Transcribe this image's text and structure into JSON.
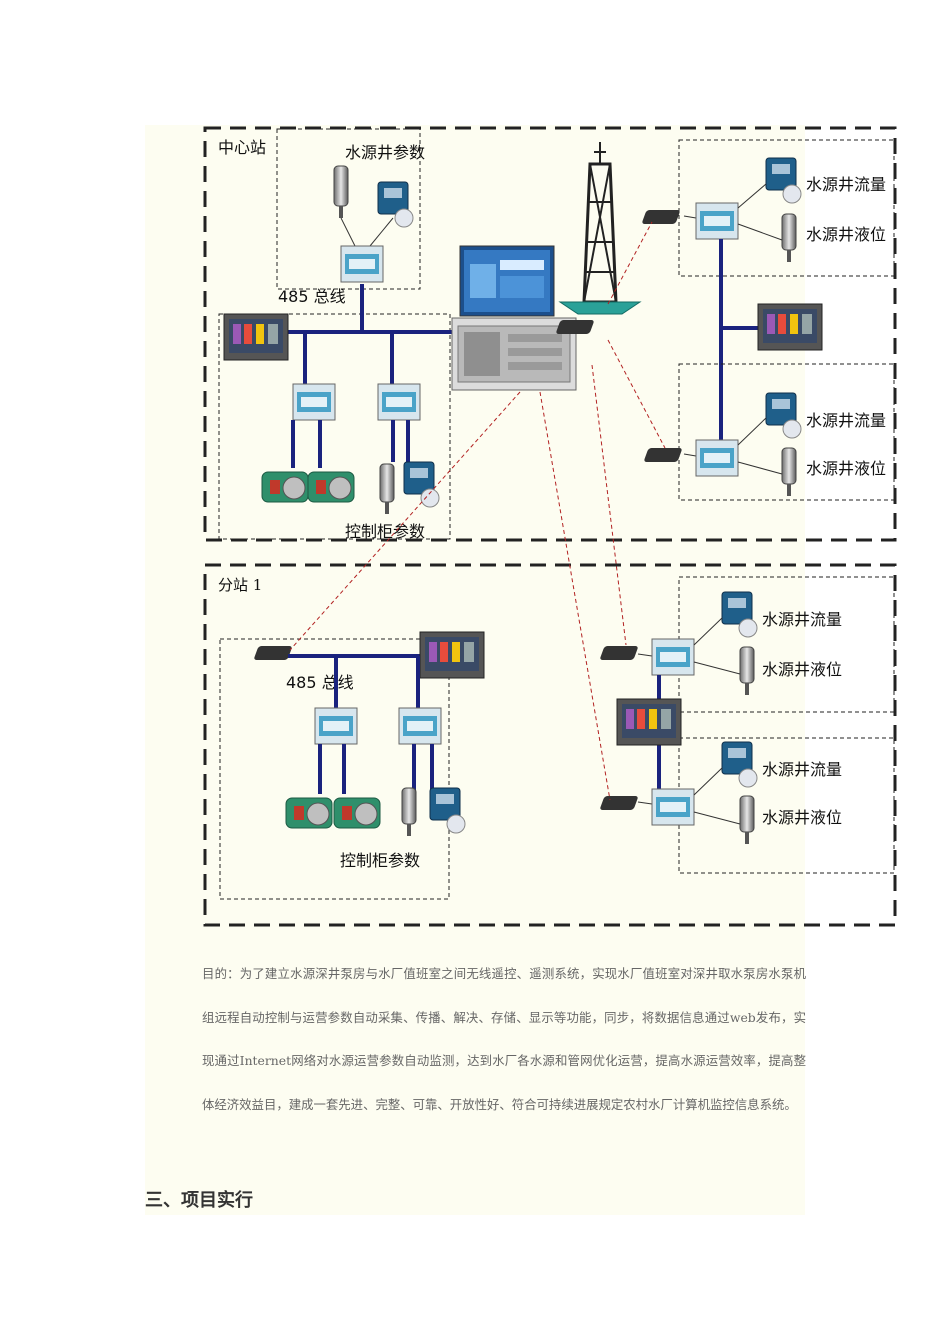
{
  "diagram": {
    "central_station": {
      "title": "中心站",
      "well_params": "水源井参数",
      "bus_485": "485 总线",
      "cabinet_params": "控制柜参数"
    },
    "remote_well_top_1": {
      "flow": "水源井流量",
      "level": "水源井液位"
    },
    "remote_well_top_2": {
      "flow": "水源井流量",
      "level": "水源井液位"
    },
    "substation": {
      "title": "分站 1",
      "bus_485": "485 总线",
      "cabinet_params": "控制柜参数"
    },
    "remote_well_bottom_1": {
      "flow": "水源井流量",
      "level": "水源井液位"
    },
    "remote_well_bottom_2": {
      "flow": "水源井流量",
      "level": "水源井液位"
    },
    "colors": {
      "bus": "#1a237e",
      "wireless": "#b22222",
      "border": "#222222"
    }
  },
  "paragraph": "目的：为了建立水源深井泵房与水厂值班室之间无线遥控、遥测系统，实现水厂值班室对深井取水泵房水泵机组远程自动控制与运营参数自动采集、传播、解决、存储、显示等功能，同步，将数据信息通过web发布，实现通过Internet网络对水源运营参数自动监测，达到水厂各水源和管网优化运营，提高水源运营效率，提高整体经济效益目，建成一套先进、完整、可靠、开放性好、符合可持续进展规定农村水厂计算机监控信息系统。",
  "section_heading": "三、项目实行"
}
